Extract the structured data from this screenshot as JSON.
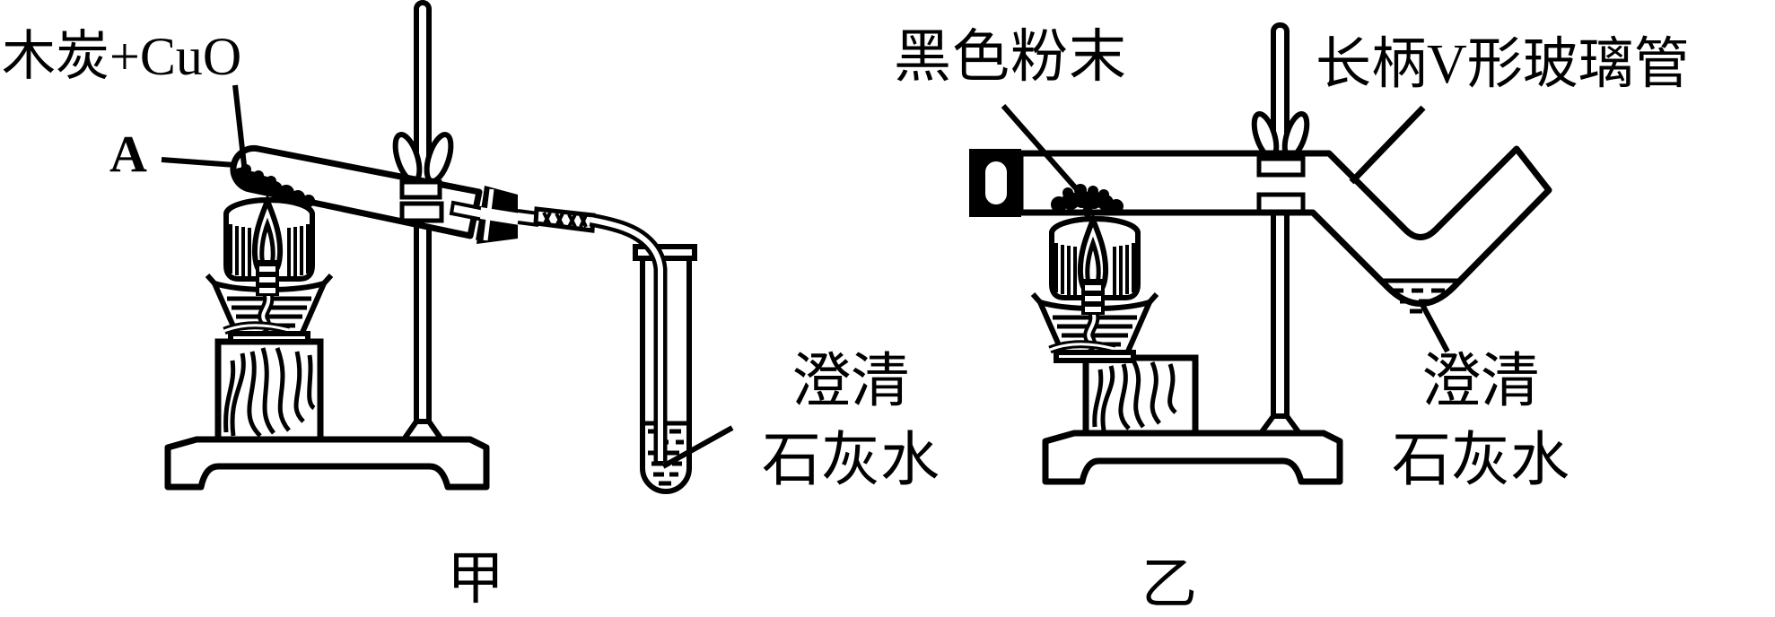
{
  "diagram": {
    "background_color": "#ffffff",
    "ink_color": "#000000",
    "left_apparatus": {
      "caption": "甲",
      "reactants_label": "木炭+CuO",
      "point_label": "A",
      "limewater_line1": "澄清",
      "limewater_line2": "石灰水"
    },
    "right_apparatus": {
      "caption": "乙",
      "powder_label": "黑色粉末",
      "tube_label": "长柄V形玻璃管",
      "limewater_line1": "澄清",
      "limewater_line2": "石灰水"
    }
  }
}
